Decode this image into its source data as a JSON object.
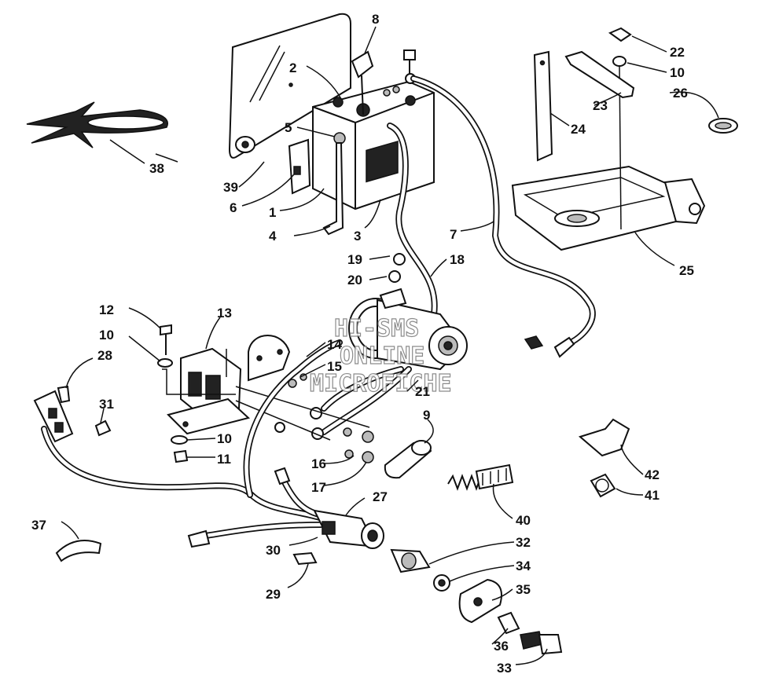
{
  "watermark": {
    "line1": "HI-SMS",
    "line2": "ONLINE",
    "line3": "MICROFICHE"
  },
  "callouts": {
    "c1": "1",
    "c2": "2",
    "c3": "3",
    "c4": "4",
    "c5": "5",
    "c6": "6",
    "c7": "7",
    "c8": "8",
    "c9": "9",
    "c10a": "10",
    "c10b": "10",
    "c10c": "10",
    "c11": "11",
    "c12": "12",
    "c13": "13",
    "c14": "14",
    "c15": "15",
    "c16": "16",
    "c17": "17",
    "c18": "18",
    "c19": "19",
    "c20": "20",
    "c21": "21",
    "c22": "22",
    "c23": "23",
    "c24": "24",
    "c25": "25",
    "c26": "26",
    "c27": "27",
    "c28": "28",
    "c29": "29",
    "c30": "30",
    "c31": "31",
    "c32": "32",
    "c33": "33",
    "c34": "34",
    "c35": "35",
    "c36": "36",
    "c37": "37",
    "c38": "38",
    "c39": "39",
    "c40": "40",
    "c41": "41",
    "c42": "42"
  }
}
